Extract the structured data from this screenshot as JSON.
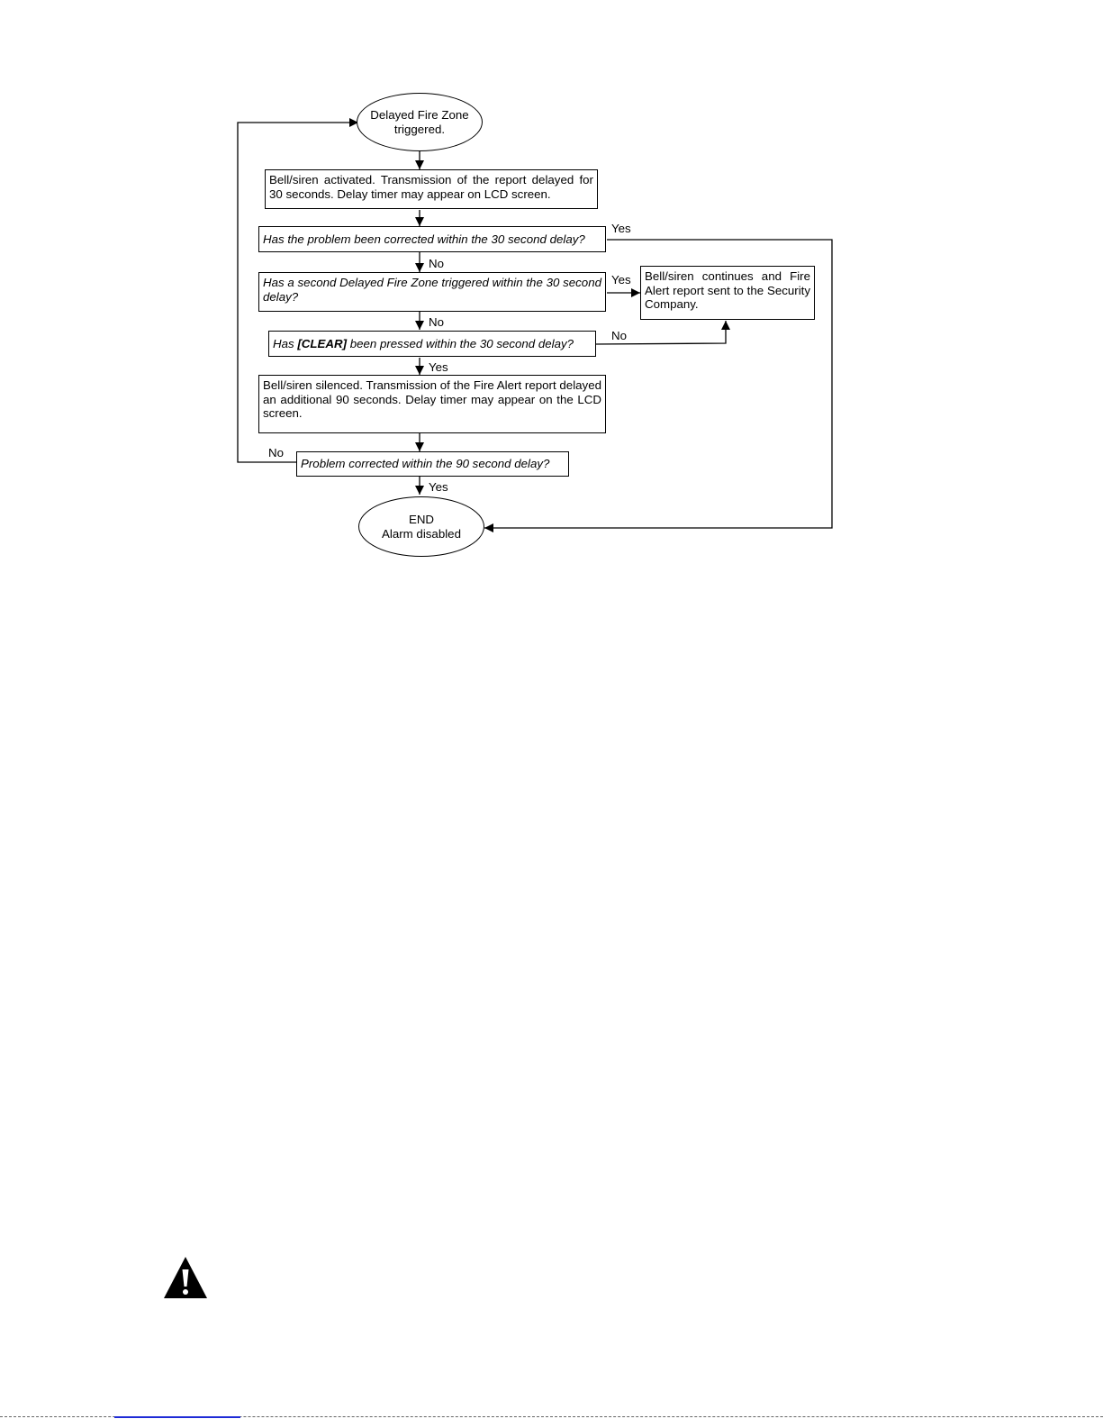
{
  "flowchart": {
    "start": "Delayed Fire Zone\ntriggered.",
    "step_bell_activated": "Bell/siren activated. Transmission of the report delayed for 30 seconds. Delay timer may appear on LCD screen.",
    "q_problem_corrected_30": "Has the problem been corrected within the 30 second delay?",
    "q_second_zone": "Has a second Delayed Fire Zone triggered within the 30 second delay?",
    "q_clear_pressed_prefix": "Has ",
    "q_clear_pressed_key": "[CLEAR]",
    "q_clear_pressed_suffix": " been pressed within the 30 second delay?",
    "step_bell_silenced": "Bell/siren silenced. Transmission of the Fire Alert report delayed an additional 90 seconds. Delay timer may appear on the LCD screen.",
    "q_problem_corrected_90": "Problem corrected within the 90 second delay?",
    "result_alert_sent": "Bell/siren continues and Fire Alert report sent to the Security Company.",
    "end": "END\nAlarm disabled",
    "labels": {
      "yes_top": "Yes",
      "no_after_q1": "No",
      "yes_second_zone": "Yes",
      "no_after_q2": "No",
      "no_clear": "No",
      "yes_clear": "Yes",
      "no_loop": "No",
      "yes_end": "Yes"
    }
  },
  "warning_icon": "exclamation-triangle-icon"
}
